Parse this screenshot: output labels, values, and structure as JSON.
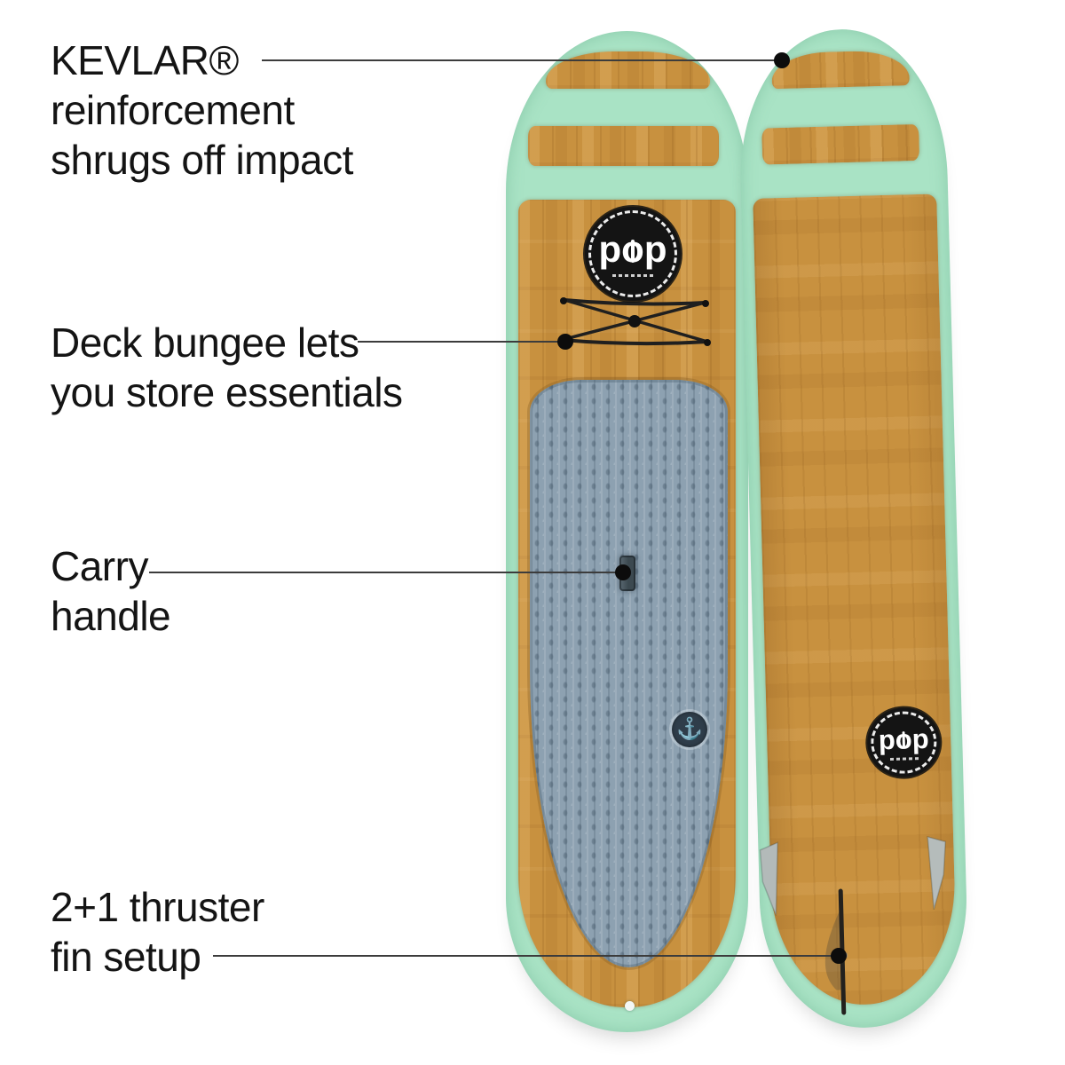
{
  "scene": {
    "background": "#ffffff"
  },
  "callouts": {
    "kevlar": {
      "lines": [
        "KEVLAR®",
        "reinforcement",
        "shrugs off impact"
      ]
    },
    "bungee": {
      "lines": [
        "Deck bungee lets",
        "you store essentials"
      ]
    },
    "handle": {
      "lines": [
        "Carry",
        "handle"
      ]
    },
    "fins": {
      "lines": [
        "2+1 thruster",
        "fin setup"
      ]
    }
  },
  "brand": {
    "logo_text": "pop"
  },
  "icons": {
    "anchor": "⚓"
  },
  "colors": {
    "mint_rail": "#a9e3c5",
    "bamboo_wood": "#c8913f",
    "traction_pad": "#8da1b1",
    "callout_text": "#141414",
    "callout_line": "#3c3c3c",
    "callout_dot": "#0c0c0c",
    "logo_background": "#141414",
    "logo_foreground": "#ffffff"
  }
}
